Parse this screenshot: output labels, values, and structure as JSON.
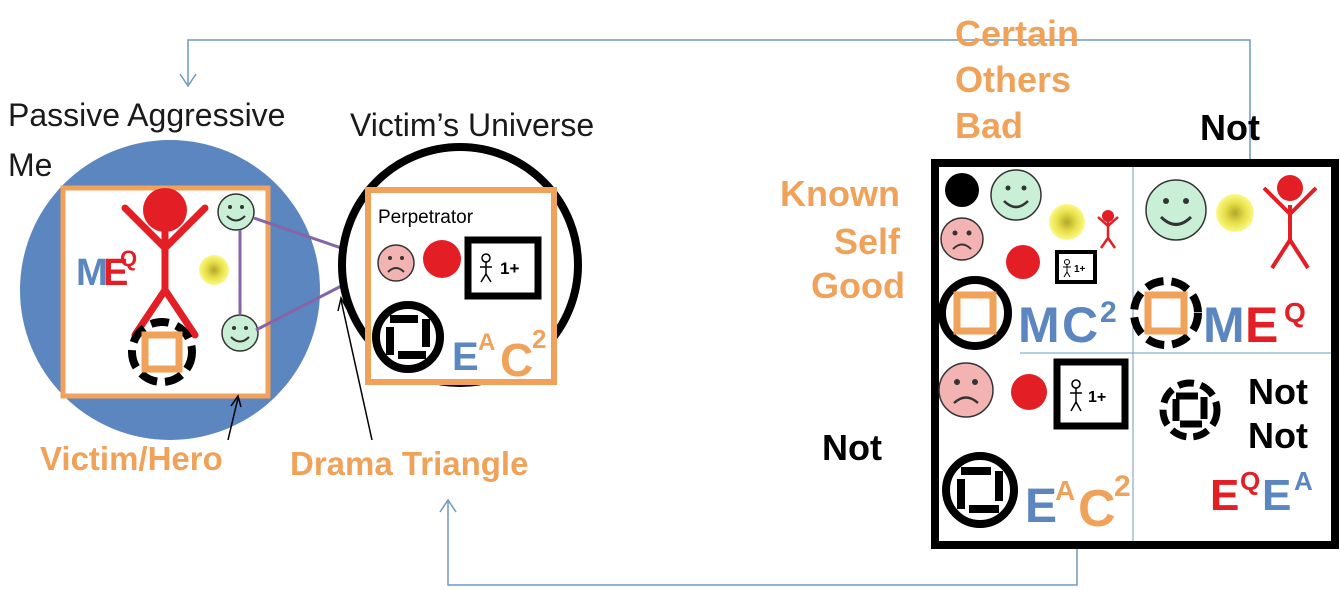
{
  "colors": {
    "orange": "#F0A25A",
    "blue": "#5B86BF",
    "red": "#E31E24",
    "green": "#C9F0D7",
    "pink": "#F4B3B3",
    "yellow": "#F1EE62",
    "arrow": "#6E9ABF",
    "purple": "#8466A8",
    "black": "#000000"
  },
  "left": {
    "title_line1": "Passive Aggressive",
    "title_line2": "Me",
    "me_letters": "ME",
    "me_super": "Q",
    "caption": "Victim/Hero"
  },
  "middle": {
    "title": "Victim’s Universe",
    "role_label": "Perpetrator",
    "card_text": "1+",
    "e_letter": "E",
    "e_super": "A",
    "c_letter": "C",
    "c_super": "2",
    "caption": "Drama Triangle"
  },
  "right": {
    "top_label_line1": "Certain",
    "top_label_line2": "Others",
    "top_label_line3": "Bad",
    "top_not": "Not",
    "left_label_line1": "Known",
    "left_label_line2": "Self",
    "left_label_line3": "Good",
    "left_not": "Not",
    "q1_card_text": "1+",
    "q1_m": "M",
    "q1_c": "C",
    "q1_super": "2",
    "q2_m": "ME",
    "q2_super": "Q",
    "q3_card_text": "1+",
    "q3_e": "E",
    "q3_e_super": "A",
    "q3_c": "C",
    "q3_c_super": "2",
    "q4_not1": "Not",
    "q4_not2": "Not",
    "q4_e1": "E",
    "q4_e1_super": "Q",
    "q4_e2": "E",
    "q4_e2_super": "A"
  }
}
